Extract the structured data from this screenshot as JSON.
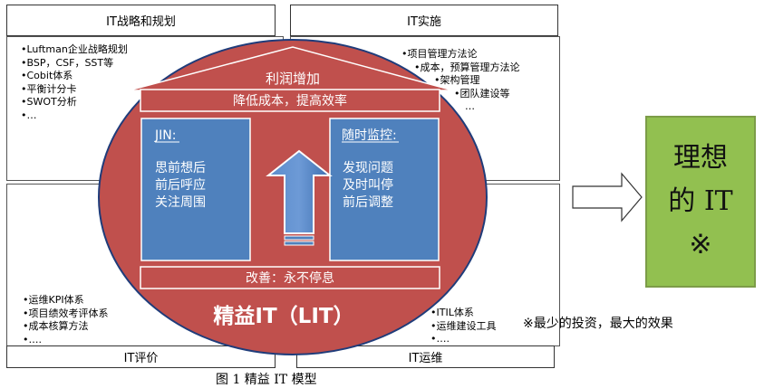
{
  "quadrants": {
    "strategy": {
      "title": "IT战略和规划",
      "items": [
        "•Luftman企业战略规划",
        "•BSP，CSF，SST等",
        "•Cobit体系",
        "•平衡计分卡",
        "•SWOT分析",
        "•…"
      ]
    },
    "implementation": {
      "title": "IT实施",
      "items": [
        "•项目管理方法论",
        "•成本，预算管理方法论",
        "•架构管理",
        "•团队建设等",
        "…"
      ]
    },
    "evaluation": {
      "title": "IT评价",
      "items": [
        "•运维KPI体系",
        "•项目绩效考评体系",
        "•成本核算方法",
        "•…."
      ]
    },
    "operations": {
      "title": "IT运维",
      "items": [
        "•ITIL体系",
        "•运维建设工具",
        "•…."
      ]
    }
  },
  "house": {
    "roof_label": "利润增加",
    "banner_top": "降低成本，提高效率",
    "banner_bottom": "改善：永不停息",
    "left_panel": {
      "heading": "JIN:",
      "lines": [
        "思前想后",
        "前后呼应",
        "关注周围"
      ]
    },
    "right_panel": {
      "heading": "随时监控:",
      "lines": [
        "发现问题",
        "及时叫停",
        "前后调整"
      ]
    },
    "center_title": "精益IT（LIT）"
  },
  "ideal": {
    "lines": [
      "理想",
      "的 IT",
      "※"
    ]
  },
  "note": "※最少的投资，最大的效果",
  "caption": "图 1  精益 IT 模型",
  "colors": {
    "ellipse_fill": "#c0504d",
    "ellipse_stroke": "#1f3c7a",
    "panel_fill": "#4f81bd",
    "ideal_fill": "#92c050",
    "title_text": "#ffffff"
  }
}
